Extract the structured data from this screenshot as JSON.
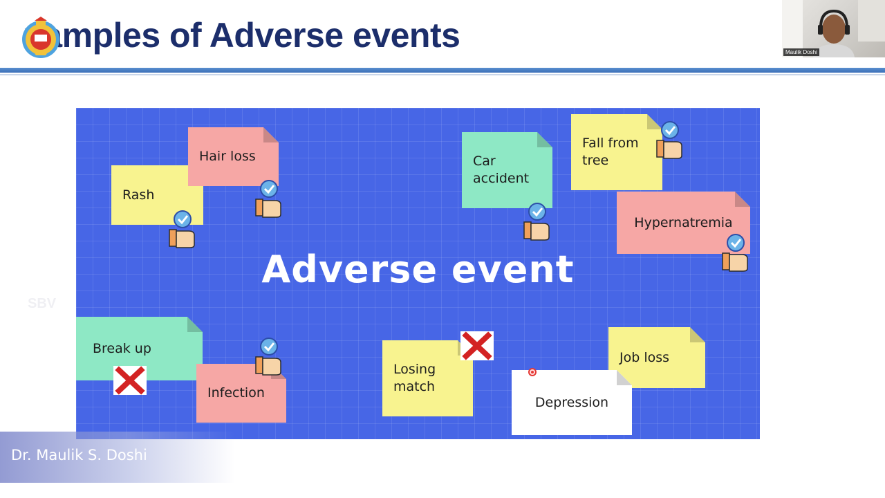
{
  "slide": {
    "title": "xamples of Adverse events",
    "center_text": "Adverse event",
    "watermark": "SBV",
    "presenter": "Dr. Maulik S. Doshi"
  },
  "webcam": {
    "name": "Maulik Doshi"
  },
  "notes": [
    {
      "id": "hair-loss",
      "label": "Hair loss",
      "color": "#f6a7a5",
      "status": "check"
    },
    {
      "id": "rash",
      "label": "Rash",
      "color": "#f8f38f",
      "status": "check"
    },
    {
      "id": "car-accident",
      "label": "Car accident",
      "color": "#8ee8c5",
      "status": "check"
    },
    {
      "id": "fall-from-tree",
      "label": "Fall from tree",
      "color": "#f8f38f",
      "status": "check"
    },
    {
      "id": "hypernatremia",
      "label": "Hypernatremia",
      "color": "#f6a7a5",
      "status": "check"
    },
    {
      "id": "break-up",
      "label": "Break up",
      "color": "#8ee8c5",
      "status": "cross"
    },
    {
      "id": "infection",
      "label": "Infection",
      "color": "#f6a7a5",
      "status": "check"
    },
    {
      "id": "losing-match",
      "label": "Losing match",
      "color": "#f8f38f",
      "status": "cross"
    },
    {
      "id": "job-loss",
      "label": "Job loss",
      "color": "#f8f38f",
      "status": "none"
    },
    {
      "id": "depression",
      "label": "Depression",
      "color": "#ffffff",
      "status": "none"
    }
  ]
}
